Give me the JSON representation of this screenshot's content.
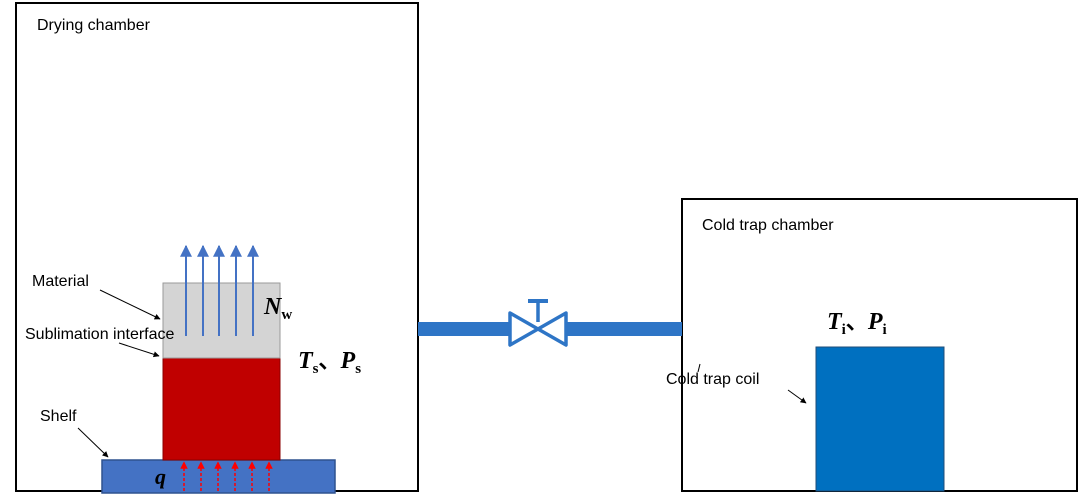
{
  "drying_chamber": {
    "title": "Drying chamber"
  },
  "cold_trap_chamber": {
    "title": "Cold trap chamber"
  },
  "labels": {
    "material": "Material",
    "sublimation_interface": "Sublimation interface",
    "shelf": "Shelf",
    "cold_trap_coil": "Cold trap coil"
  },
  "symbols": {
    "nw_main": "N",
    "nw_sub": "w",
    "ts_main": "T",
    "ts_sub": "s",
    "sep1": "、",
    "ps_main": "P",
    "ps_sub": "s",
    "q": "q",
    "ti_main": "T",
    "ti_sub": "i",
    "sep2": "、",
    "pi_main": "P",
    "pi_sub": "i"
  },
  "colors": {
    "material": "#d4d4d4",
    "dried_layer": "#c00000",
    "shelf": "#4472c4",
    "pipe": "#2e75c6",
    "coil": "#0070c0",
    "vapor_arrows": "#4472c4",
    "heat_arrows": "#ff0000"
  },
  "icons": {
    "valve": "butterfly-valve-icon"
  }
}
